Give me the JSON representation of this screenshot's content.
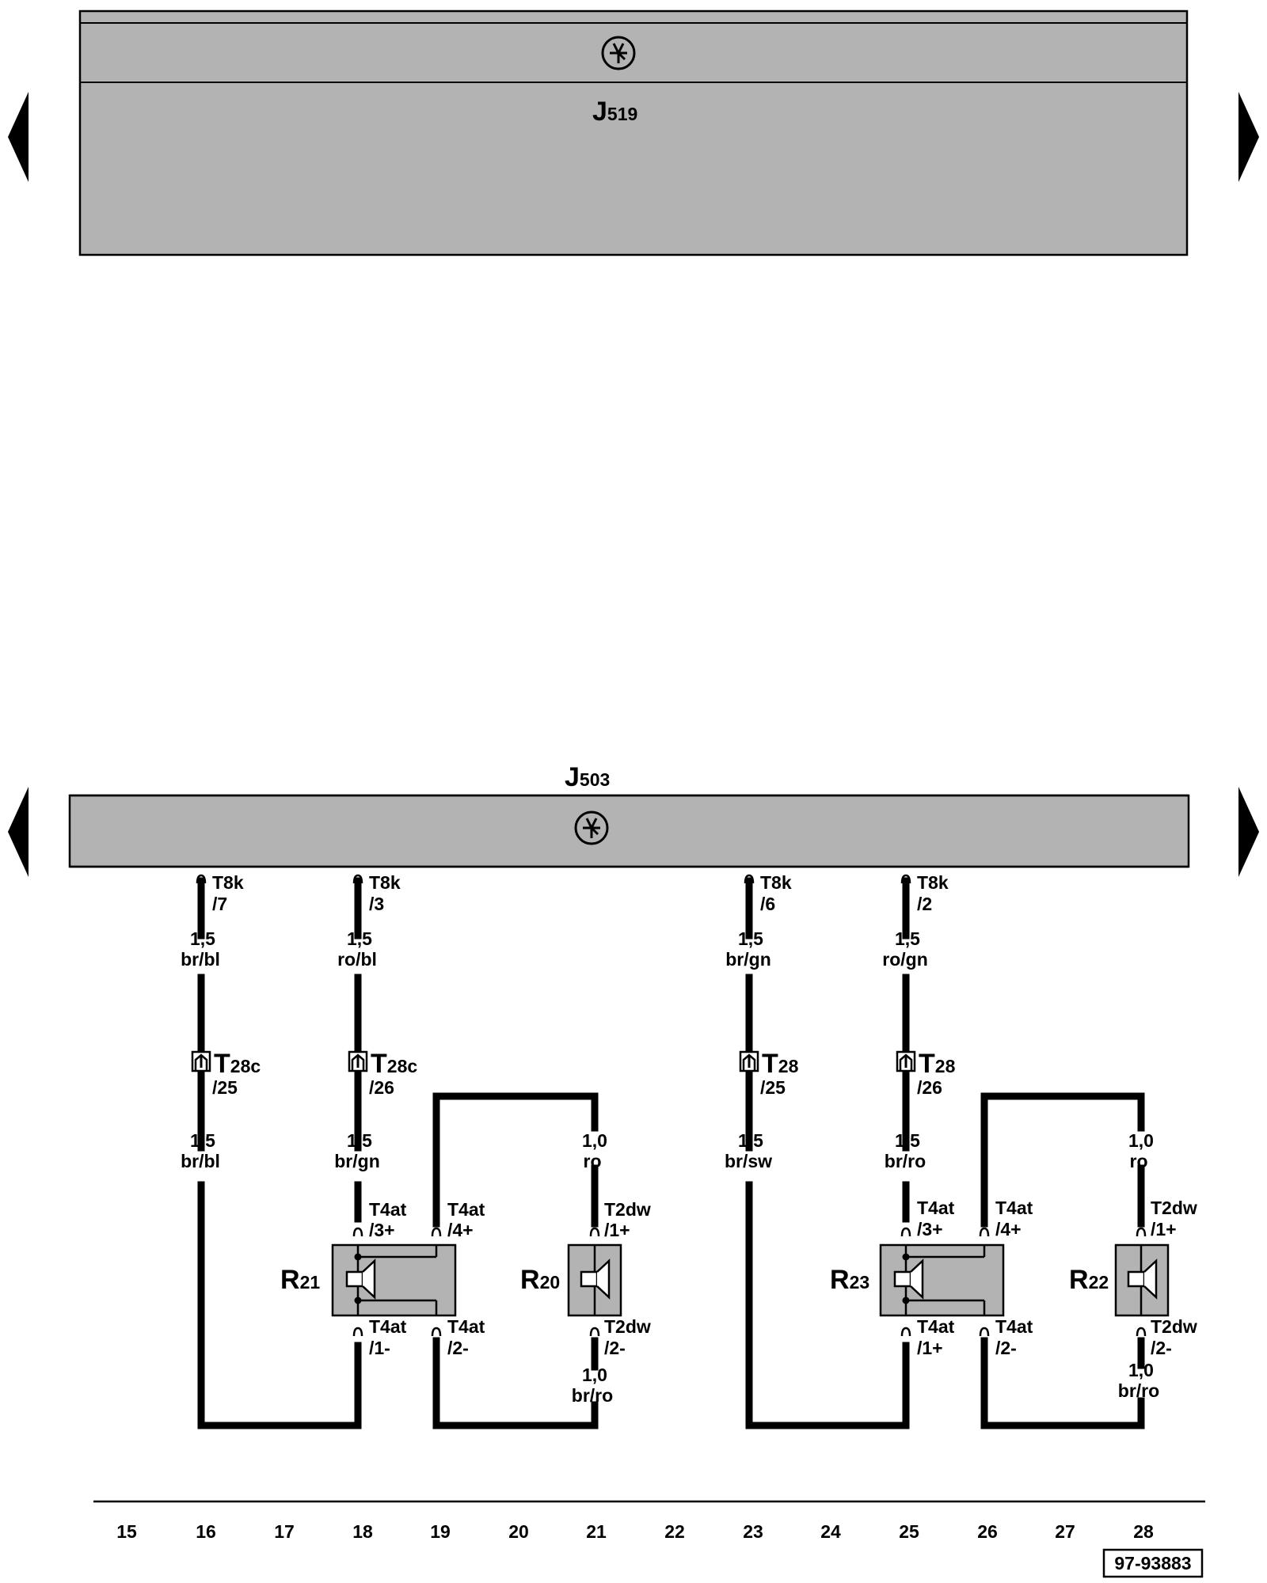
{
  "modules": {
    "top": {
      "name": "J",
      "sub": "519"
    },
    "bottom": {
      "name": "J",
      "sub": "503"
    }
  },
  "wires": [
    {
      "plug": "T8k",
      "pin": "/7",
      "size": "1,5",
      "color": "br/bl",
      "conn": {
        "name": "T",
        "sub": "28c",
        "pin": "/25"
      },
      "size2": "1,5",
      "color2": "br/bl"
    },
    {
      "plug": "T8k",
      "pin": "/3",
      "size": "1,5",
      "color": "ro/bl",
      "conn": {
        "name": "T",
        "sub": "28c",
        "pin": "/26"
      },
      "size2": "1,5",
      "color2": "br/gn"
    },
    {
      "plug": "T8k",
      "pin": "/6",
      "size": "1,5",
      "color": "br/gn",
      "conn": {
        "name": "T",
        "sub": "28",
        "pin": "/25"
      },
      "size2": "1,5",
      "color2": "br/sw"
    },
    {
      "plug": "T8k",
      "pin": "/2",
      "size": "1,5",
      "color": "ro/gn",
      "conn": {
        "name": "T",
        "sub": "28",
        "pin": "/26"
      },
      "size2": "1,5",
      "color2": "br/ro"
    }
  ],
  "speakers": [
    {
      "name": "R",
      "sub": "21",
      "pins": {
        "tl": [
          "T4at",
          "/3+"
        ],
        "tr": [
          "T4at",
          "/4+"
        ],
        "bl": [
          "T4at",
          "/1-"
        ],
        "br": [
          "T4at",
          "/2-"
        ]
      }
    },
    {
      "name": "R",
      "sub": "20",
      "wire_top": [
        "1,0",
        "ro"
      ],
      "wire_bot": [
        "1,0",
        "br/ro"
      ],
      "pins": {
        "t": [
          "T2dw",
          "/1+"
        ],
        "b": [
          "T2dw",
          "/2-"
        ]
      }
    },
    {
      "name": "R",
      "sub": "23",
      "pins": {
        "tl": [
          "T4at",
          "/3+"
        ],
        "tr": [
          "T4at",
          "/4+"
        ],
        "bl": [
          "T4at",
          "/1+"
        ],
        "br": [
          "T4at",
          "/2-"
        ]
      }
    },
    {
      "name": "R",
      "sub": "22",
      "wire_top": [
        "1,0",
        "ro"
      ],
      "wire_bot": [
        "1,0",
        "br/ro"
      ],
      "pins": {
        "t": [
          "T2dw",
          "/1+"
        ],
        "b": [
          "T2dw",
          "/2-"
        ]
      }
    }
  ],
  "columns": [
    "15",
    "16",
    "17",
    "18",
    "19",
    "20",
    "21",
    "22",
    "23",
    "24",
    "25",
    "26",
    "27",
    "28"
  ],
  "reference": "97-93883",
  "icons": [
    "control-unit-icon",
    "connector-icon",
    "speaker-icon",
    "arrow-left-icon",
    "arrow-right-icon"
  ],
  "colors": {
    "module_fill": "#b3b3b3",
    "line": "#000000"
  }
}
